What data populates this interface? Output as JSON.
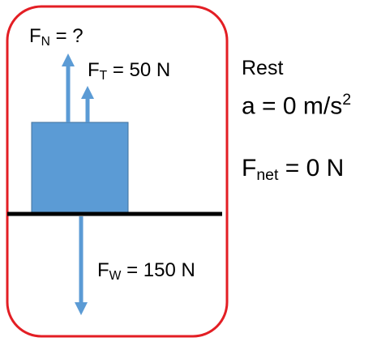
{
  "forces": {
    "normal": {
      "symbol": "F",
      "sub": "N",
      "value": "= ?"
    },
    "tension": {
      "symbol": "F",
      "sub": "T",
      "value": "= 50 N"
    },
    "weight": {
      "symbol": "F",
      "sub": "W",
      "value": "= 150 N"
    }
  },
  "state": {
    "label": "Rest",
    "acceleration": {
      "main": "a = 0 m/s",
      "exp": "2"
    },
    "net_force": {
      "symbol": "F",
      "sub": "net",
      "value": "= 0 N"
    }
  },
  "colors": {
    "frame": "#e31e24",
    "block": "#5b9bd5",
    "arrow": "#5b9bd5",
    "ground": "#000000"
  }
}
